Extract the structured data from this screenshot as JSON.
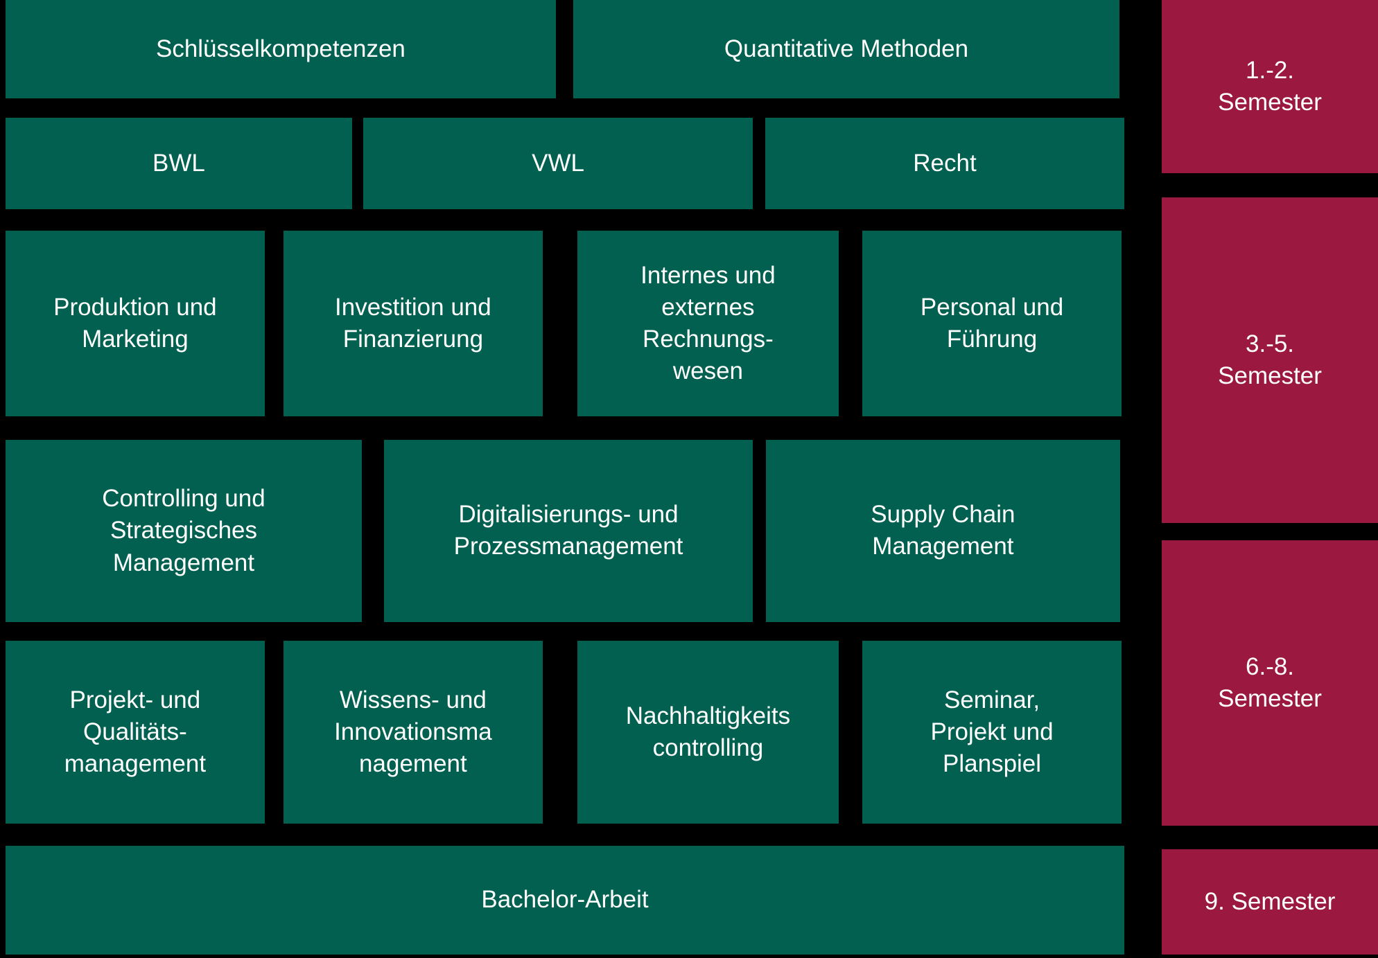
{
  "diagram": {
    "colors": {
      "background": "#000000",
      "module": "#016050",
      "semester": "#9B1941",
      "text": "#FFFFFF"
    },
    "modules": [
      {
        "id": "schluesselkompetenzen",
        "label": "Schlüsselkompetenzen"
      },
      {
        "id": "quantitative-methoden",
        "label": "Quantitative Methoden"
      },
      {
        "id": "bwl",
        "label": "BWL"
      },
      {
        "id": "vwl",
        "label": "VWL"
      },
      {
        "id": "recht",
        "label": "Recht"
      },
      {
        "id": "produktion-marketing",
        "label": "Produktion und\nMarketing"
      },
      {
        "id": "investition-finanzierung",
        "label": "Investition und\nFinanzierung"
      },
      {
        "id": "rechnungswesen",
        "label": "Internes und\nexternes\nRechnungs-\nwesen"
      },
      {
        "id": "personal-fuehrung",
        "label": "Personal und\nFührung"
      },
      {
        "id": "controlling-strategisches-management",
        "label": "Controlling und\nStrategisches\nManagement"
      },
      {
        "id": "digitalisierung-prozessmanagement",
        "label": "Digitalisierungs- und\nProzessmanagement"
      },
      {
        "id": "supply-chain-management",
        "label": "Supply Chain\nManagement"
      },
      {
        "id": "projekt-qualitaetsmanagement",
        "label": "Projekt- und\nQualitäts-\nmanagement"
      },
      {
        "id": "wissens-innovationsmanagement",
        "label": "Wissens- und\nInnovationsma\nnagement"
      },
      {
        "id": "nachhaltigkeitscontrolling",
        "label": "Nachhaltigkeits\ncontrolling"
      },
      {
        "id": "seminar-projekt-planspiel",
        "label": "Seminar,\nProjekt und\nPlanspiel"
      },
      {
        "id": "bachelor-arbeit",
        "label": "Bachelor-Arbeit"
      }
    ],
    "semesters": [
      {
        "id": "sem-1-2",
        "label": "1.-2.\nSemester"
      },
      {
        "id": "sem-3-5",
        "label": "3.-5.\nSemester"
      },
      {
        "id": "sem-6-8",
        "label": "6.-8.\nSemester"
      },
      {
        "id": "sem-9",
        "label": "9. Semester"
      }
    ]
  }
}
